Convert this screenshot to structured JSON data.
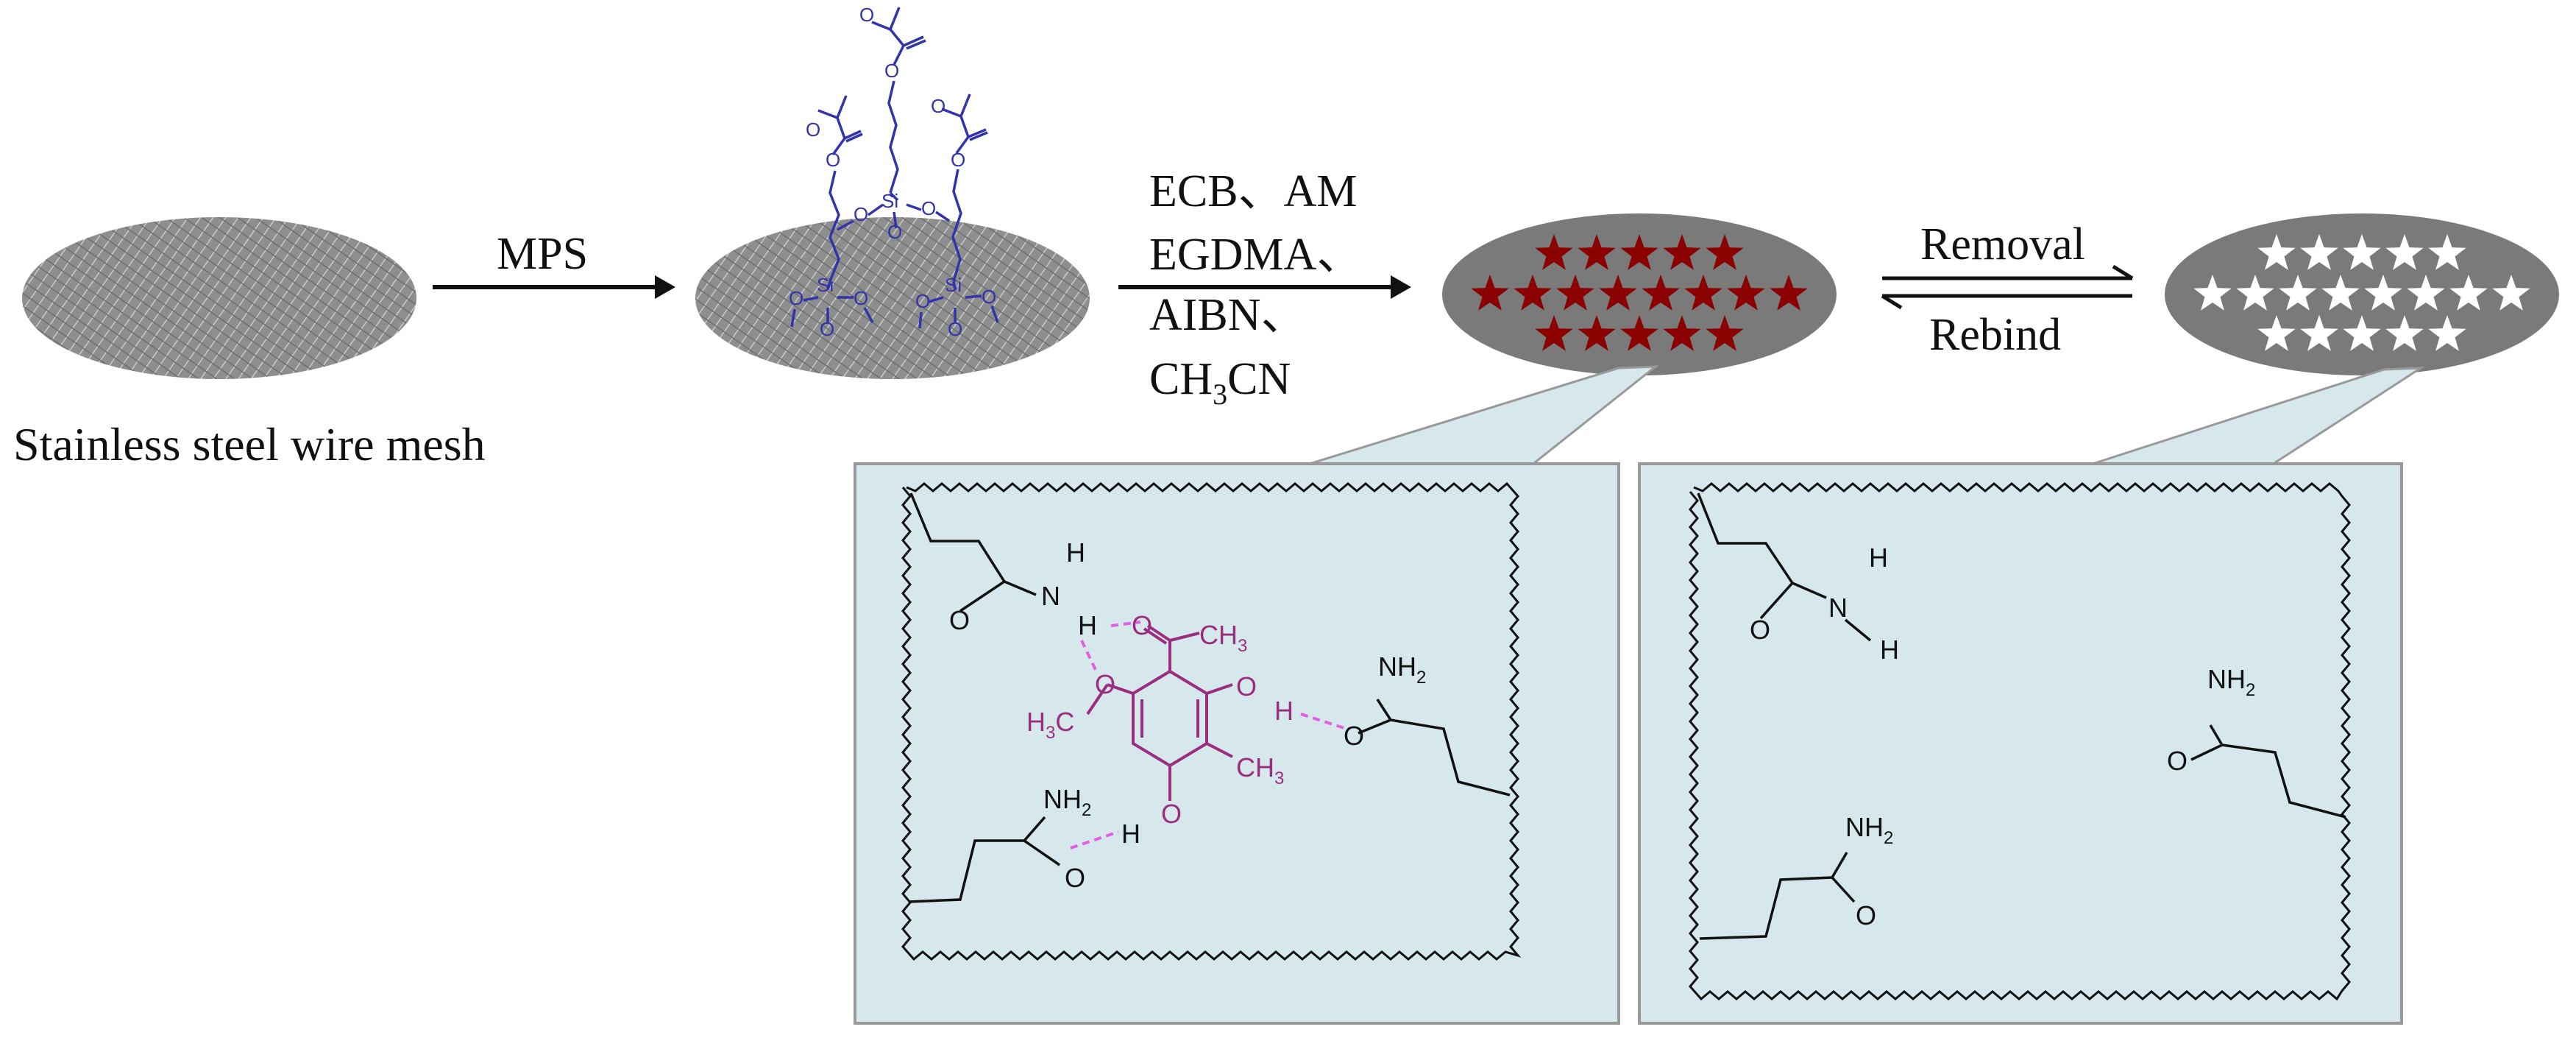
{
  "steps": {
    "substrate_label": "Stainless steel wire mesh",
    "step1_reagent": "MPS",
    "step2_reagents": [
      "ECB、AM",
      "EGDMA、",
      "AIBN、",
      "CH",
      "3",
      "CN"
    ],
    "step3_forward": "Removal",
    "step3_reverse": "Rebind"
  },
  "silane_labels": {
    "si": "Si",
    "o": "O"
  },
  "imprinted_panel": {
    "atoms": {
      "h": "H",
      "n": "N",
      "o": "O",
      "ch3": "CH",
      "h3c": "H",
      "c": "C",
      "sub3": "3",
      "nh2": "NH",
      "sub2": "2"
    }
  },
  "colors": {
    "silane": "#3333aa",
    "template_molecule": "#9b2d7f",
    "hbond": "#e060e0",
    "stars_filled": "#8b0000",
    "stars_empty": "#ffffff",
    "disk": "#7a7a7a",
    "panel_bg": "#d6e8ec"
  }
}
